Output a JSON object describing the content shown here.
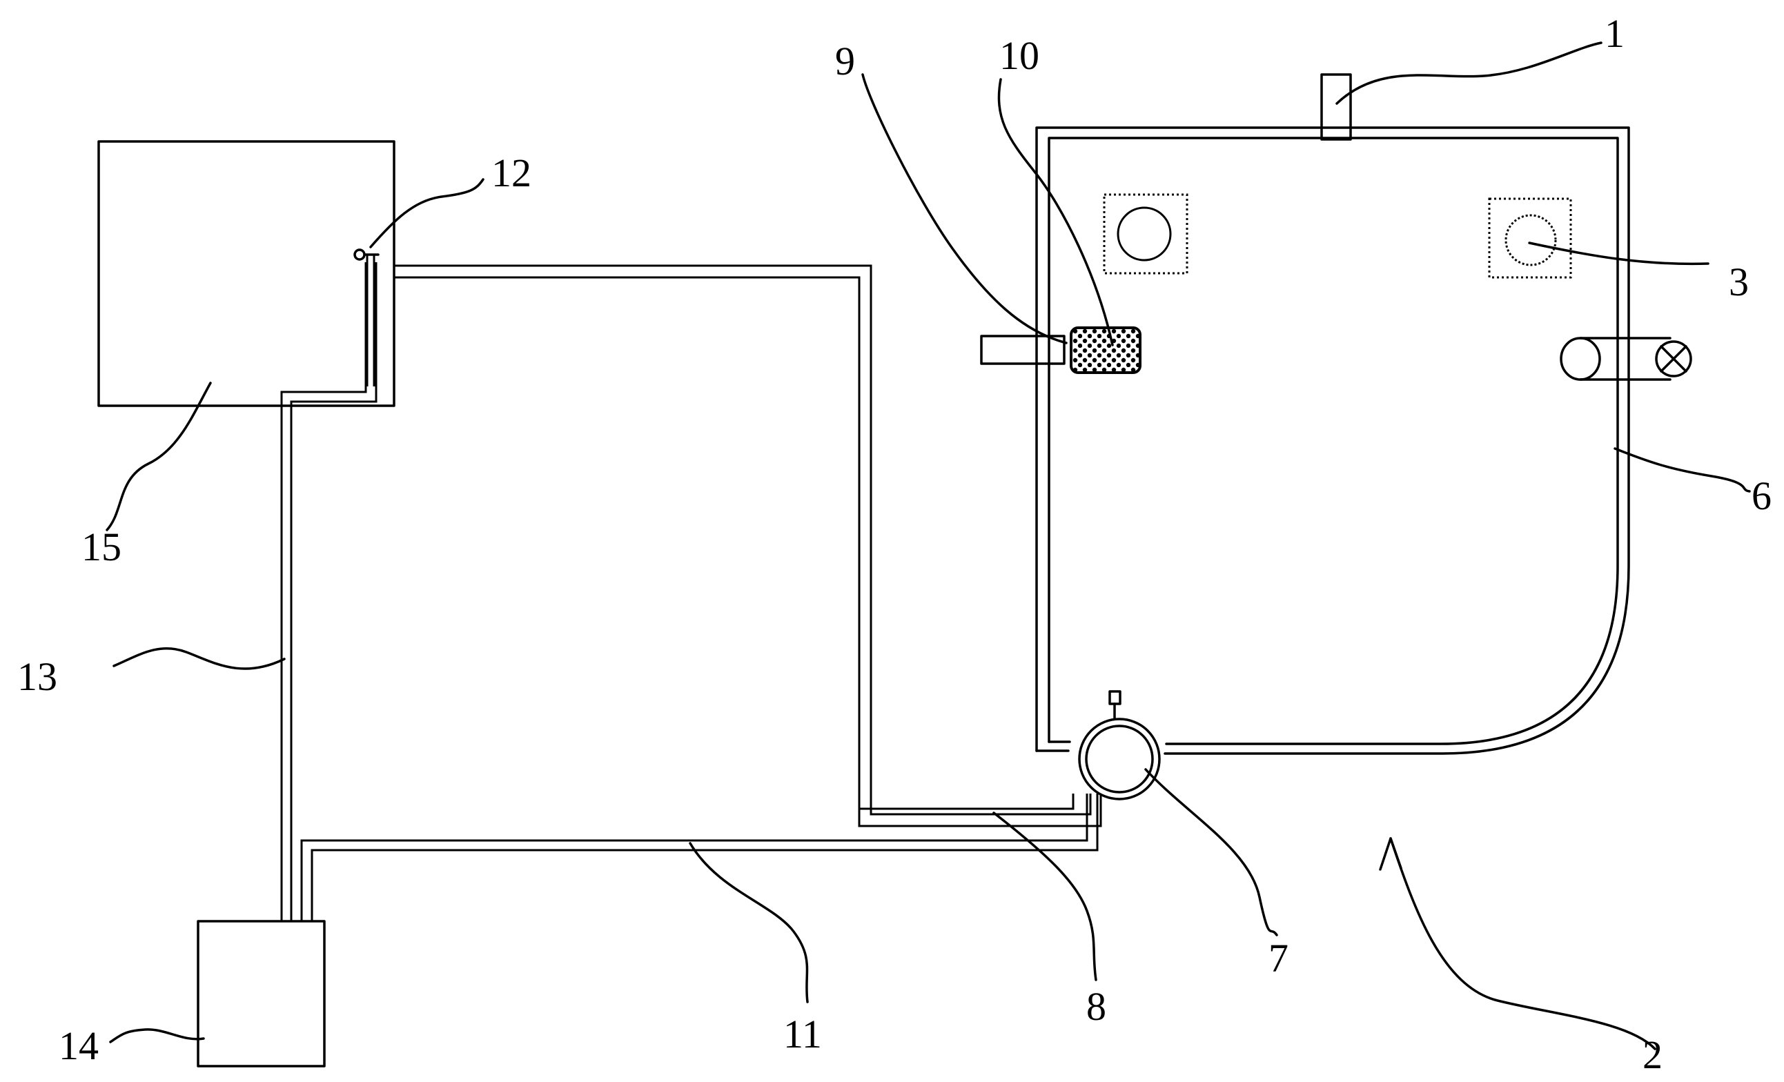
{
  "diagram": {
    "labels": {
      "l1": "1",
      "l2": "2",
      "l3": "3",
      "l6": "6",
      "l7": "7",
      "l8": "8",
      "l9": "9",
      "l10": "10",
      "l11": "11",
      "l12": "12",
      "l13": "13",
      "l14": "14",
      "l15": "15"
    }
  }
}
